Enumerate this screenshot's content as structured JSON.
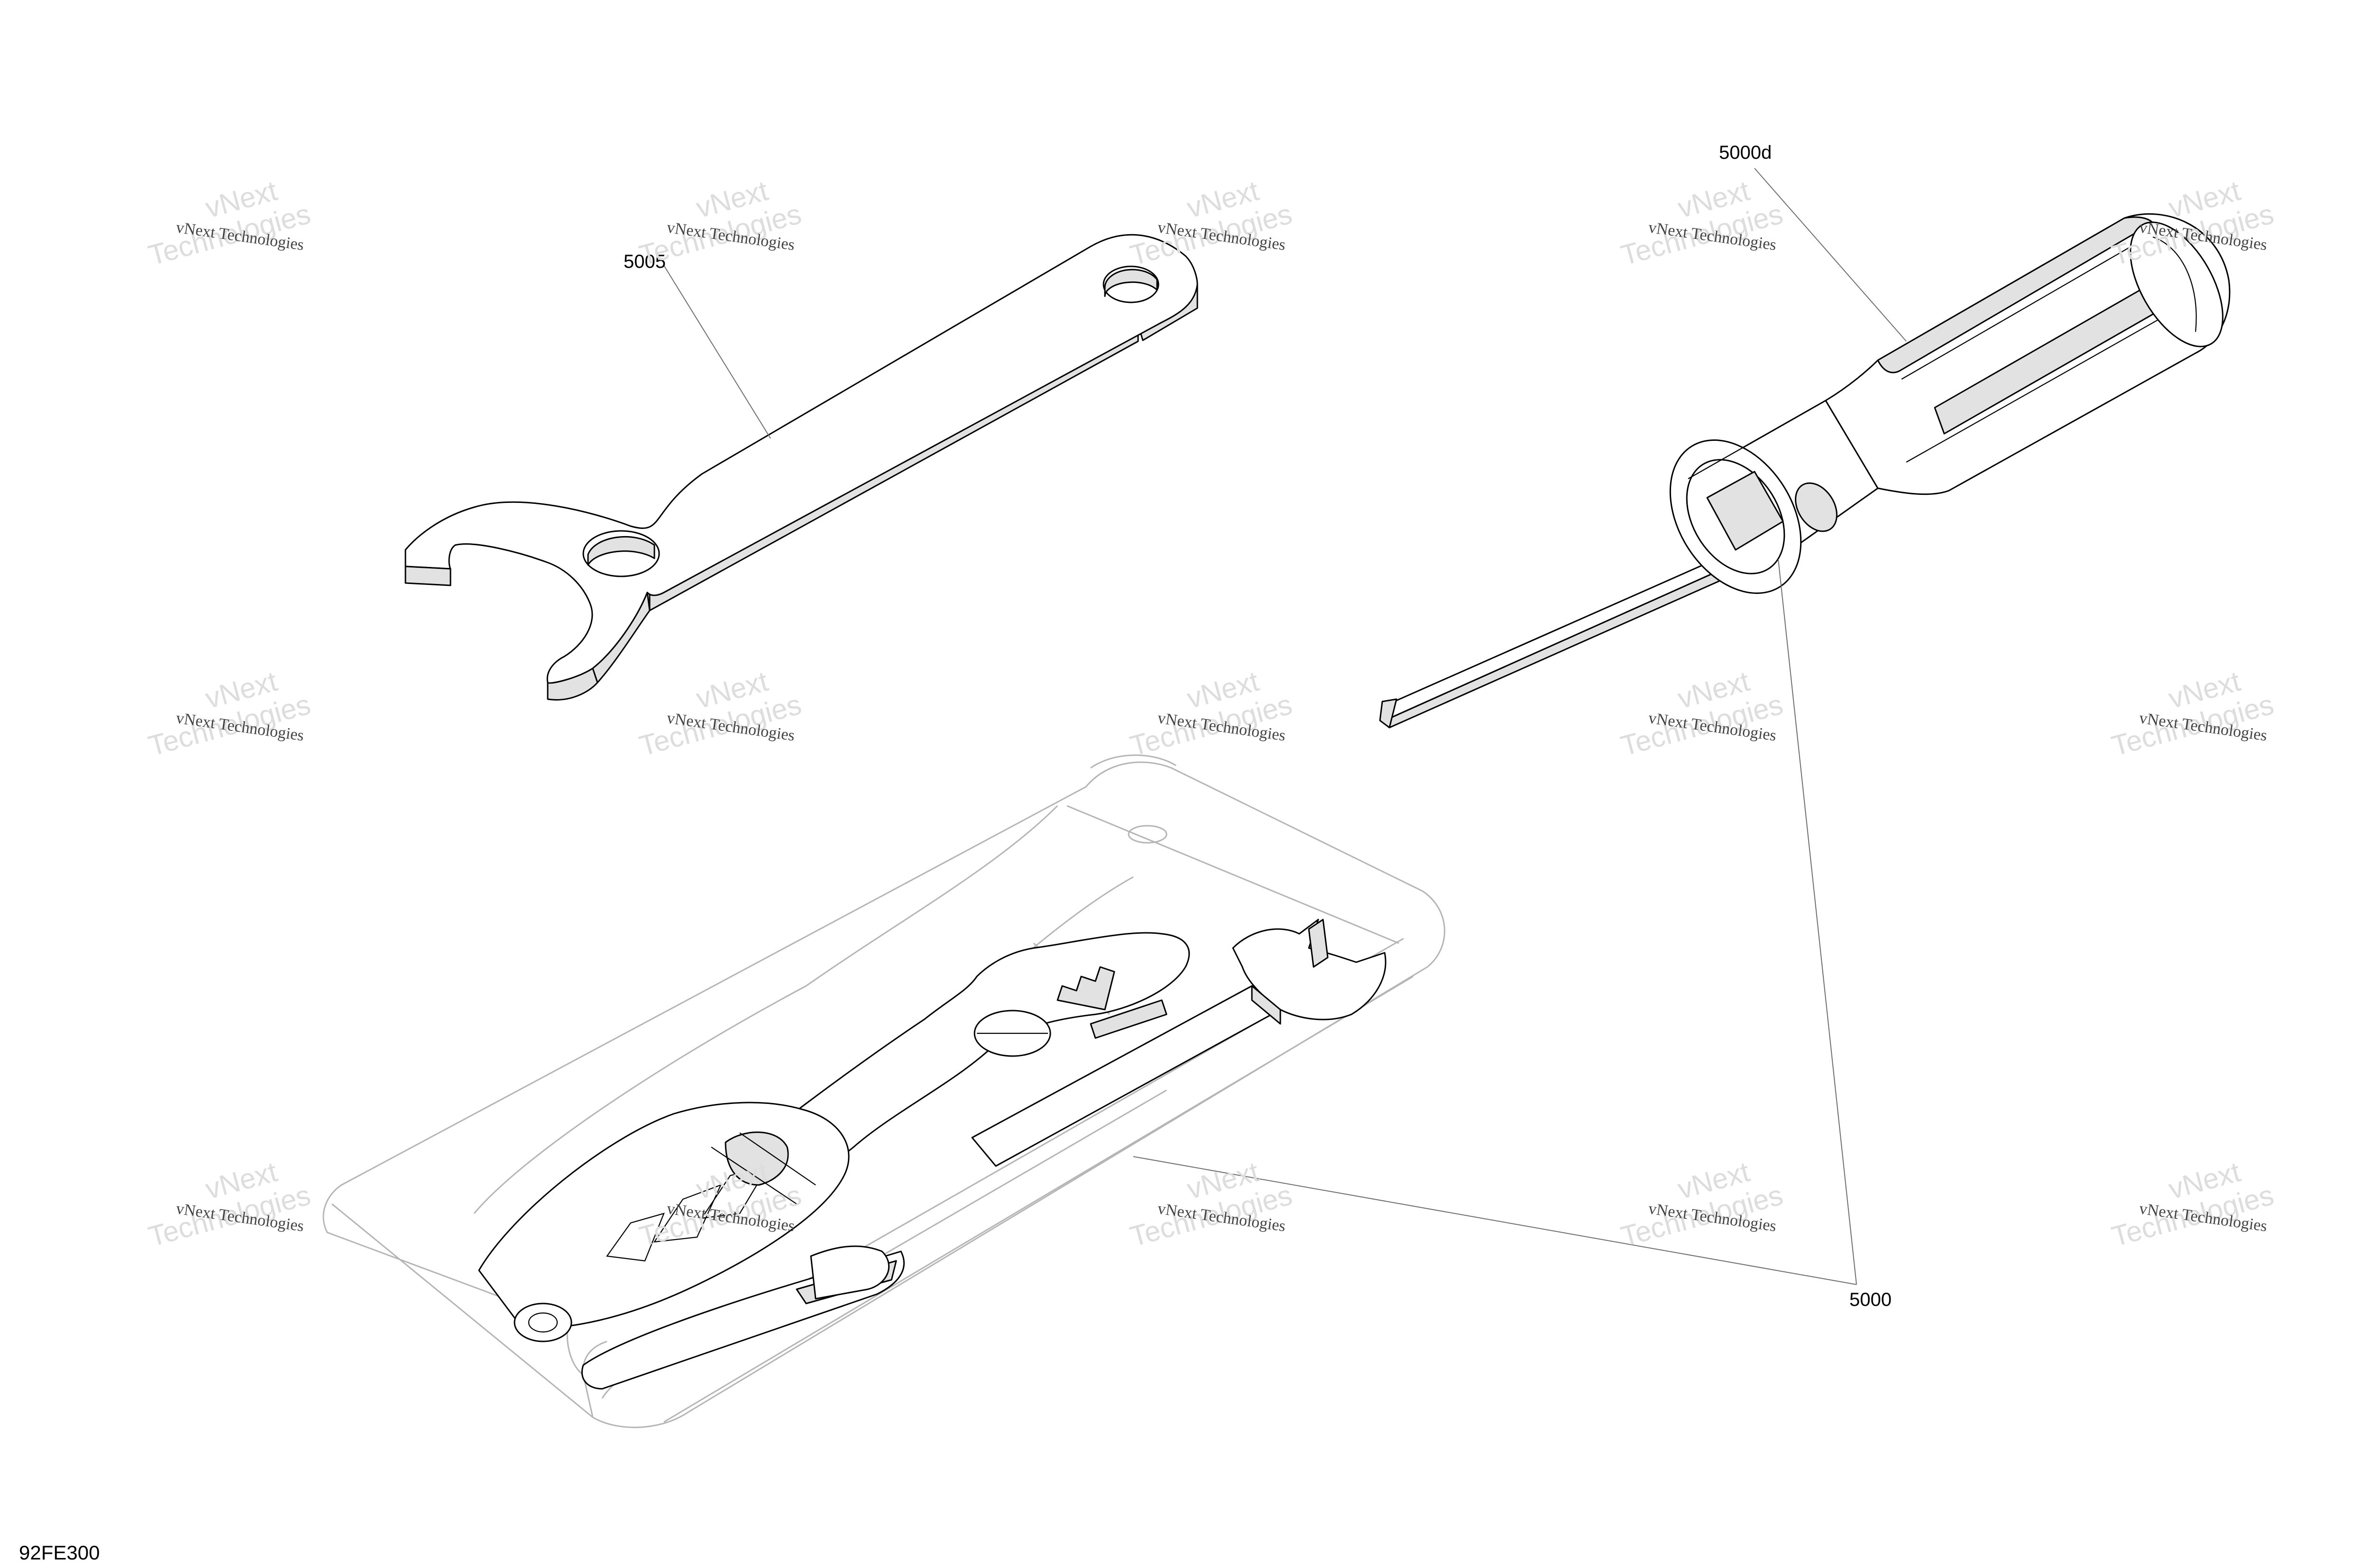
{
  "callouts": {
    "pin_wrench": "5005",
    "screwdriver": "5000d",
    "tool_kit": "5000"
  },
  "drawing_code": "92FE300",
  "watermark": {
    "line1": "vNext Technologies",
    "line2": "vNext",
    "line3": "Technologies"
  }
}
